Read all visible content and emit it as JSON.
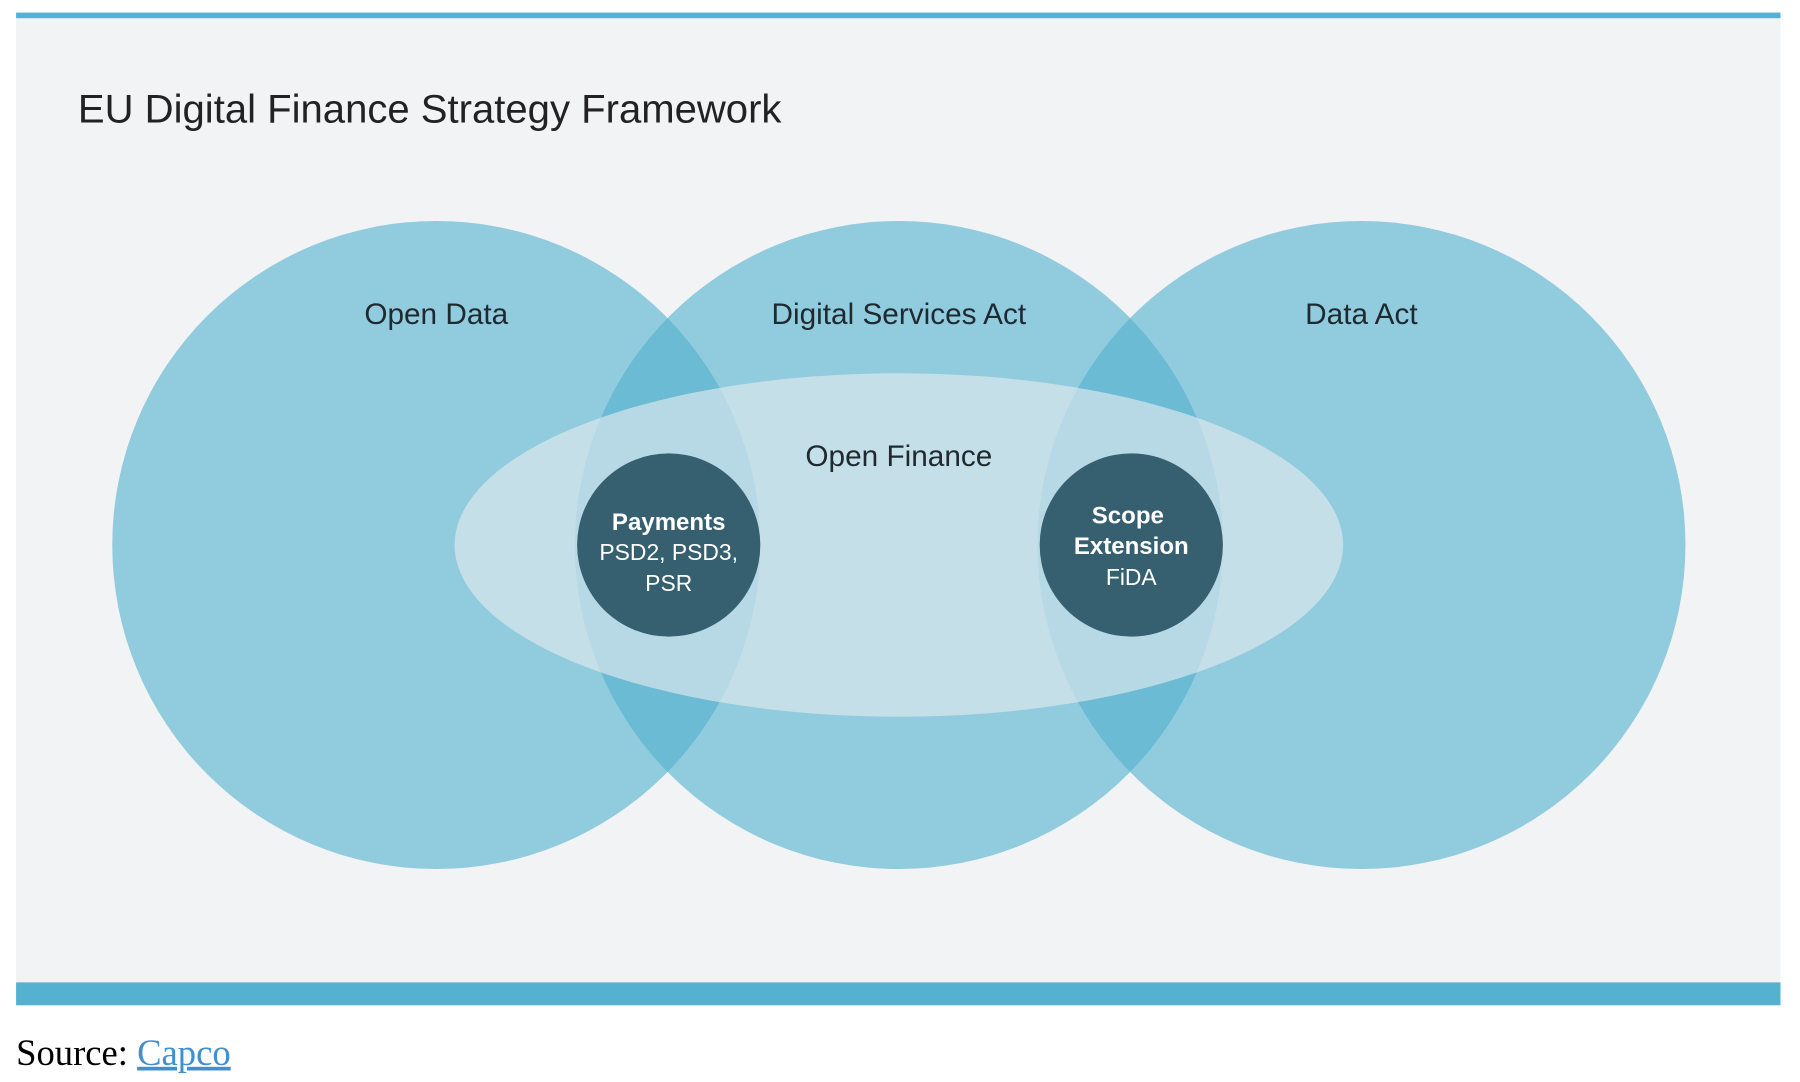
{
  "title": "EU Digital Finance Strategy Framework",
  "circles": {
    "open_data": "Open Data",
    "digital_services_act": "Digital Services Act",
    "data_act": "Data Act",
    "open_finance": "Open Finance"
  },
  "payments": {
    "title": "Payments",
    "line1": "PSD2, PSD3,",
    "line2": "PSR"
  },
  "scope": {
    "title1": "Scope",
    "title2": "Extension",
    "line1": "FiDA"
  },
  "source": {
    "label": "Source:",
    "link": "Capco"
  },
  "colors": {
    "accent": "#55b1d0",
    "circle": "#8dd0e1",
    "dark": "#365f70",
    "panel": "#f2f3f5"
  }
}
